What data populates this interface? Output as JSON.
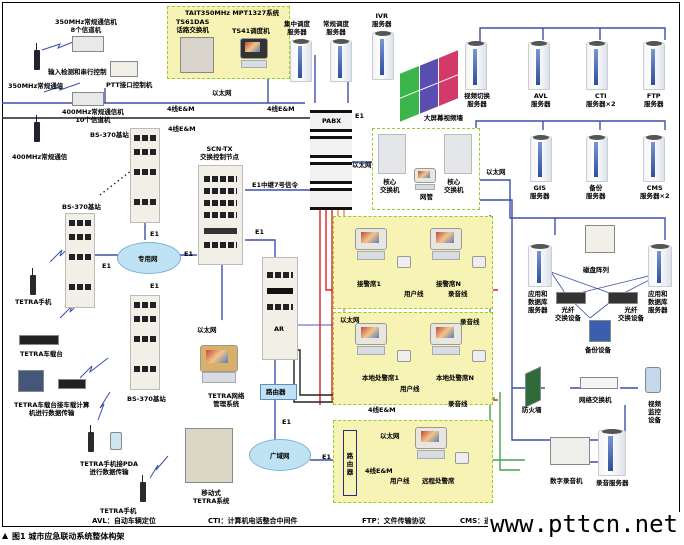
{
  "figure": {
    "caption_marker": "▲",
    "caption": "图1 城市应急联动系统整体构架",
    "watermark": "www.pttcn.net"
  },
  "legend": [
    {
      "abbr": "AVL",
      "text": "AVL：自动车辆定位"
    },
    {
      "abbr": "CTI",
      "text": "CTI：计算机电话整合中间件"
    },
    {
      "abbr": "FTP",
      "text": "FTP：文件传输协议"
    },
    {
      "abbr": "CMS",
      "text": "CMS：通信信息服务处理系统"
    }
  ],
  "radio_left": {
    "repeater_350": "350MHz常规通信机\n8个信道机",
    "handset_350": "350MHz常规通信",
    "interface_switch": "输入检测和串行控制",
    "ptt_interface": "PTT接口控制机",
    "repeater_400": "400MHz常规通信机\n10个信道机",
    "handset_400": "400MHz常规通信"
  },
  "mpt_system": {
    "title": "TAIT350MHz MPT1327系统",
    "switch": "TS61DAS\n话路交换机",
    "console": "TS41调度机"
  },
  "top_servers": [
    {
      "label": "集中调度\n服务器"
    },
    {
      "label": "常规调度\n服务器"
    },
    {
      "label": "IVR\n服务器"
    }
  ],
  "video_wall": {
    "label": "大屏幕视频墙"
  },
  "right_servers_top": [
    {
      "label": "视频切换\n服务器"
    },
    {
      "label": "AVL\n服务器"
    },
    {
      "label": "CTI\n服务器×2"
    },
    {
      "label": "FTP\n服务器"
    }
  ],
  "right_servers_mid": [
    {
      "label": "GIS\n服务器"
    },
    {
      "label": "备份\n服务器"
    },
    {
      "label": "CMS\n服务器×2"
    }
  ],
  "core": {
    "pabx": "PABX",
    "switch_a": "核心\n交换机",
    "switch_b": "核心\n交换机",
    "netmgmt": "网管",
    "scn": "SCN-TX\n交换控制节点",
    "ar": "AR",
    "router": "路由器",
    "e1_relay": "E1中继7号信令"
  },
  "tetra": {
    "bs1": "BS-370基站",
    "bs2": "BS-370基站",
    "bs3": "BS-370基站",
    "private_net": "专用网",
    "wan": "广域网",
    "handset": "TETRA手机",
    "vehicle": "TETRA车载台",
    "vehicle_pc": "TETRA车载台接车载计算\n机进行数据传输",
    "handset_pda": "TETRA手机接PDA\n进行数据传输",
    "mgmt": "TETRA网络\n管理系统",
    "mobile": "移动式\nTETRA系统",
    "handset2": "TETRA手机"
  },
  "storage": {
    "array": "磁盘阵列",
    "app_db_1": "应用和\n数据库\n服务器",
    "app_db_2": "应用和\n数据库\n服务器",
    "fiber_1": "光纤\n交换设备",
    "fiber_2": "光纤\n交换设备",
    "backup": "备份设备"
  },
  "perimeter": {
    "firewall": "防火墙",
    "net_switch": "网络交换机",
    "video_monitor": "视频\n监控\n设备",
    "digital_recorder": "数字录音机",
    "recorder_server": "录音服务器"
  },
  "seats": {
    "call_seat_1": "接警席1",
    "call_seat_n": "接警席N",
    "dispatch_seat_1": "本地处警席1",
    "dispatch_seat_n": "本地处警席N",
    "remote_seat": "远程处警席"
  },
  "links": {
    "ethernet": "以太网",
    "e1": "E1",
    "four_wire": "4线E&M",
    "user_line": "用户线",
    "record_line": "录音线"
  }
}
